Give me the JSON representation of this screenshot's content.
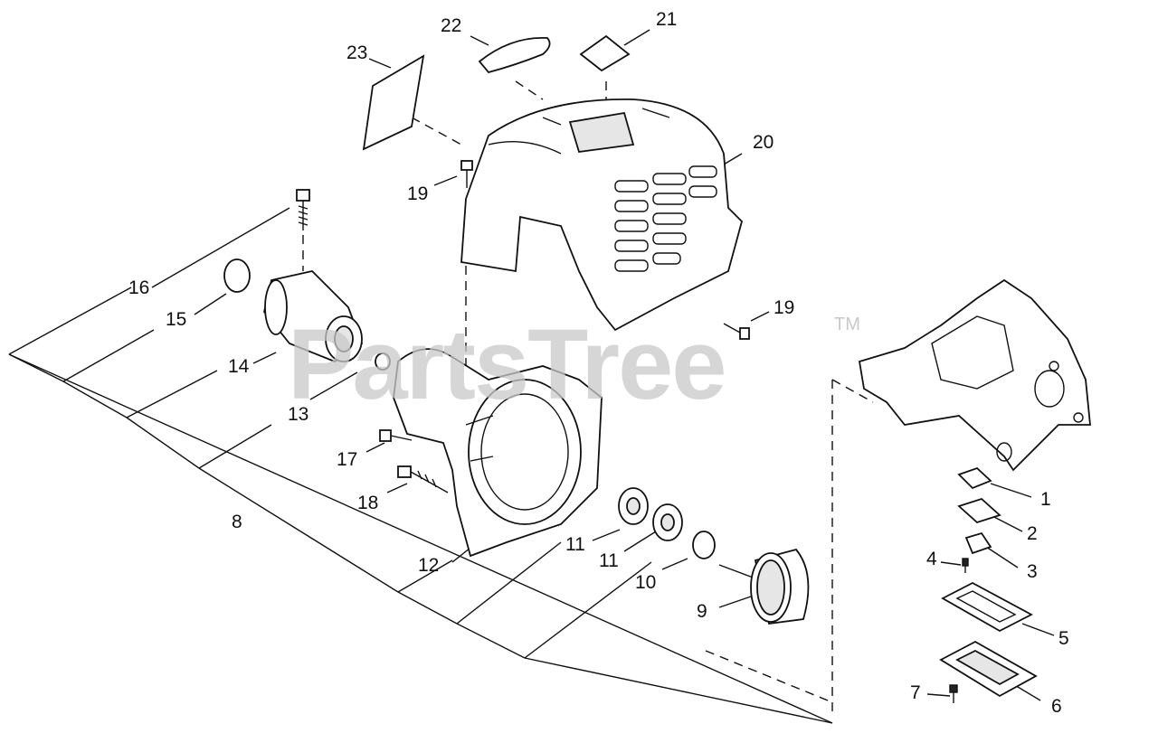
{
  "watermark": {
    "brand": "PartsTree",
    "tm": "TM"
  },
  "callouts": [
    {
      "id": "c1",
      "label": "1"
    },
    {
      "id": "c2",
      "label": "2"
    },
    {
      "id": "c3",
      "label": "3"
    },
    {
      "id": "c4",
      "label": "4"
    },
    {
      "id": "c5",
      "label": "5"
    },
    {
      "id": "c6",
      "label": "6"
    },
    {
      "id": "c7",
      "label": "7"
    },
    {
      "id": "c8",
      "label": "8"
    },
    {
      "id": "c9",
      "label": "9"
    },
    {
      "id": "c10",
      "label": "10"
    },
    {
      "id": "c11a",
      "label": "11"
    },
    {
      "id": "c11b",
      "label": "11"
    },
    {
      "id": "c12",
      "label": "12"
    },
    {
      "id": "c13",
      "label": "13"
    },
    {
      "id": "c14",
      "label": "14"
    },
    {
      "id": "c15",
      "label": "15"
    },
    {
      "id": "c16",
      "label": "16"
    },
    {
      "id": "c17",
      "label": "17"
    },
    {
      "id": "c18",
      "label": "18"
    },
    {
      "id": "c19a",
      "label": "19"
    },
    {
      "id": "c19b",
      "label": "19"
    },
    {
      "id": "c20",
      "label": "20"
    },
    {
      "id": "c21",
      "label": "21"
    },
    {
      "id": "c22",
      "label": "22"
    },
    {
      "id": "c23",
      "label": "23"
    }
  ]
}
